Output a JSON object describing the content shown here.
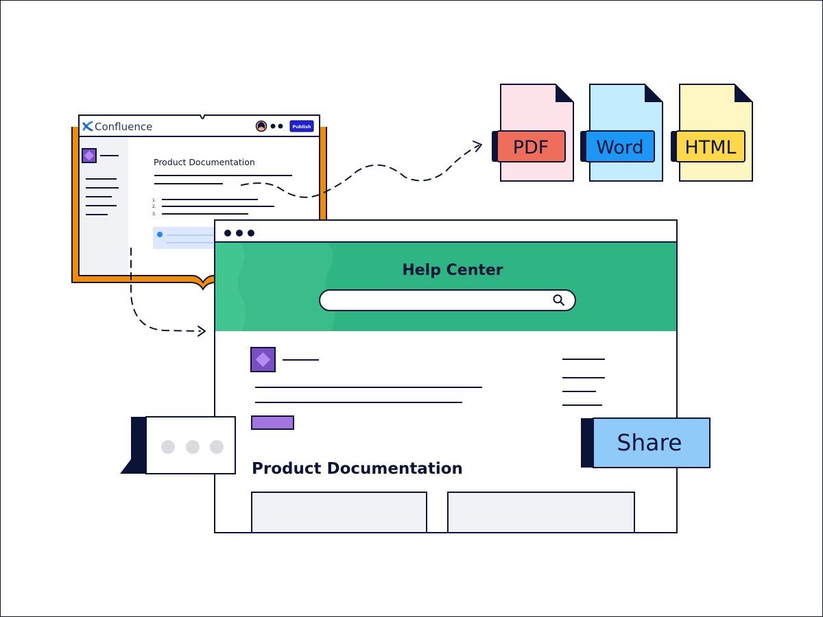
{
  "confluence": {
    "brand": "Confluence",
    "publish_label": "Publish",
    "page_title": "Product Documentation",
    "list_numbers": [
      "1.",
      "2.",
      "3."
    ]
  },
  "exports": {
    "pdf": "PDF",
    "word": "Word",
    "html": "HTML"
  },
  "help_center": {
    "title": "Help Center",
    "search_placeholder": "",
    "section_title": "Product Documentation"
  },
  "share_label": "Share",
  "colors": {
    "navy": "#0b1437",
    "orange": "#f28c00",
    "green": "#2fb584",
    "purple": "#7b4fc4",
    "pdf": "#ef6e5b",
    "word": "#1c97f5",
    "html": "#ffd84a",
    "share": "#90caf9",
    "publish": "#1f1fe0"
  }
}
